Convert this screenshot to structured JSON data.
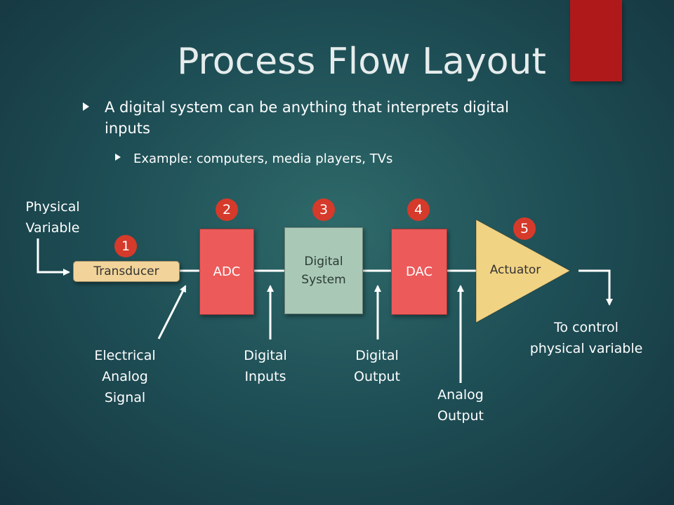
{
  "slide": {
    "title": "Process Flow Layout",
    "bullets": [
      {
        "text": "A digital system can be anything that interprets digital inputs",
        "sub_bullets": [
          "Example: computers, media players, TVs"
        ]
      }
    ]
  },
  "diagram": {
    "nodes": {
      "transducer": "Transducer",
      "adc": "ADC",
      "digital_system_line1": "Digital",
      "digital_system_line2": "System",
      "dac": "DAC",
      "actuator": "Actuator"
    },
    "badges": [
      "1",
      "2",
      "3",
      "4",
      "5"
    ],
    "labels": {
      "physical_variable_1": "Physical",
      "physical_variable_2": "Variable",
      "electrical_1": "Electrical",
      "electrical_2": "Analog",
      "electrical_3": "Signal",
      "digital_inputs_1": "Digital",
      "digital_inputs_2": "Inputs",
      "digital_output_1": "Digital",
      "digital_output_2": "Output",
      "analog_output_1": "Analog",
      "analog_output_2": "Output",
      "to_control_1": "To control",
      "to_control_2": "physical variable"
    }
  },
  "colors": {
    "background": "#1f5057",
    "accent_red": "#b0191a",
    "badge_red": "#d63a2a",
    "converter_red": "#ec5a5a",
    "transducer_tan": "#f2d49a",
    "digital_system_green": "#a9c9b6",
    "actuator_yellow": "#f1d384"
  }
}
